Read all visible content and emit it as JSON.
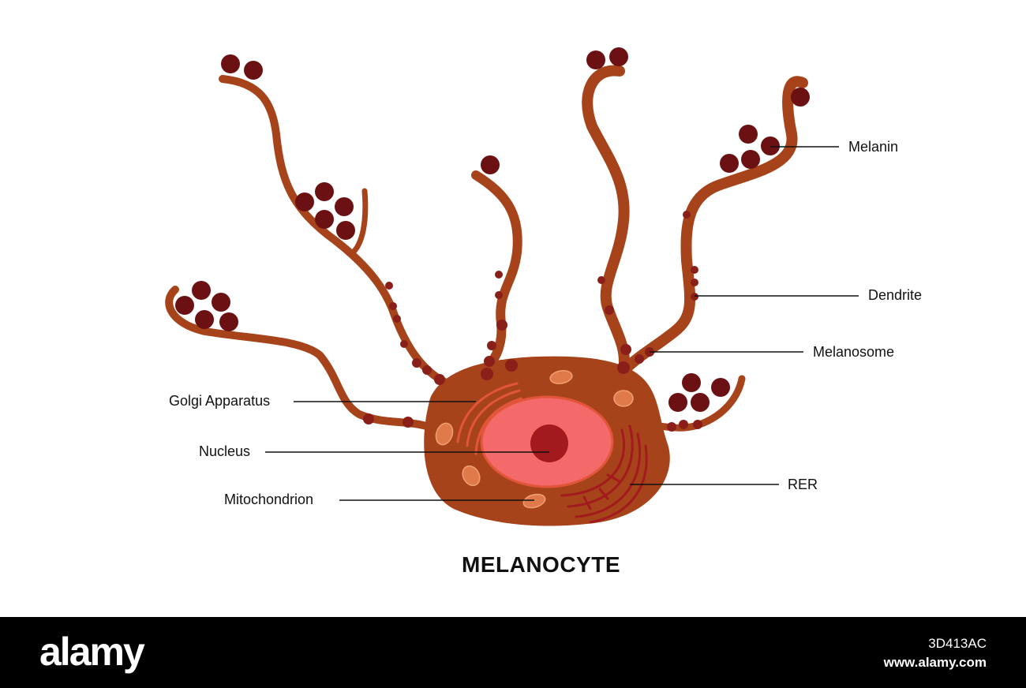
{
  "diagram": {
    "title": "MELANOCYTE",
    "labels": {
      "melanin": "Melanin",
      "dendrite": "Dendrite",
      "melanosome": "Melanosome",
      "golgi": "Golgi Apparatus",
      "nucleus": "Nucleus",
      "mitochondrion": "Mitochondrion",
      "rer": "RER"
    },
    "colors": {
      "cell_body": "#A6431A",
      "melanin": "#6B1114",
      "nucleus": "#F46A6A",
      "nucleolus": "#A31A1E",
      "organelle": "#E07A4A",
      "leader_line": "#111111"
    }
  },
  "footer": {
    "brand": "alamy",
    "image_id": "3D413AC",
    "url": "www.alamy.com",
    "background": "#000000"
  }
}
